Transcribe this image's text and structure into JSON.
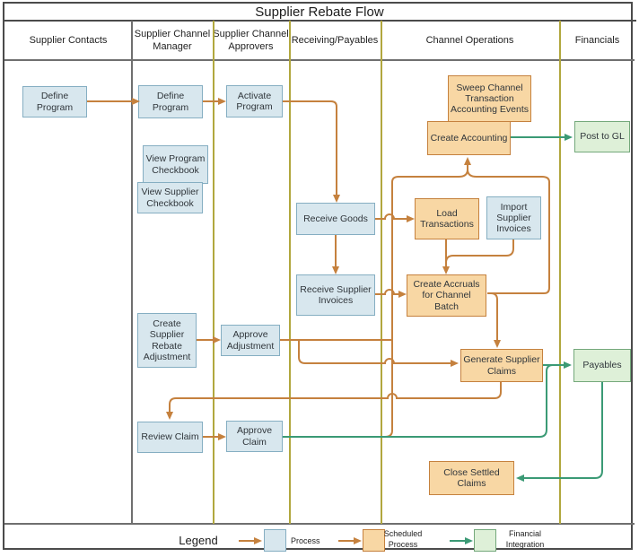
{
  "title": "Supplier Rebate Flow",
  "lanes": [
    {
      "label": "Supplier Contacts"
    },
    {
      "label": "Supplier Channel Manager"
    },
    {
      "label": "Supplier Channel Approvers"
    },
    {
      "label": "Receiving/Payables"
    },
    {
      "label": "Channel Operations"
    },
    {
      "label": "Financials"
    }
  ],
  "nodes": {
    "define_program_contacts": {
      "label": "Define Program",
      "type": "process"
    },
    "define_program_manager": {
      "label": "Define Program",
      "type": "process"
    },
    "activate_program": {
      "label": "Activate Program",
      "type": "process"
    },
    "view_program_checkbook": {
      "label": "View Program Checkbook",
      "type": "process"
    },
    "view_supplier_checkbook": {
      "label": "View Supplier Checkbook",
      "type": "process"
    },
    "receive_goods": {
      "label": "Receive Goods",
      "type": "process"
    },
    "receive_supplier_invoices": {
      "label": "Receive Supplier Invoices",
      "type": "process"
    },
    "import_supplier_invoices": {
      "label": "Import Supplier Invoices",
      "type": "process"
    },
    "create_supplier_rebate_adjustment": {
      "label": "Create Supplier Rebate Adjustment",
      "type": "process"
    },
    "approve_adjustment": {
      "label": "Approve Adjustment",
      "type": "process"
    },
    "review_claim": {
      "label": "Review Claim",
      "type": "process"
    },
    "approve_claim": {
      "label": "Approve Claim",
      "type": "process"
    },
    "sweep_channel_transaction_accounting_events": {
      "label": "Sweep Channel Transaction Accounting Events",
      "type": "scheduled"
    },
    "create_accounting": {
      "label": "Create Accounting",
      "type": "scheduled"
    },
    "load_transactions": {
      "label": "Load Transactions",
      "type": "scheduled"
    },
    "create_accruals_for_channel_batch": {
      "label": "Create Accruals for Channel Batch",
      "type": "scheduled"
    },
    "generate_supplier_claims": {
      "label": "Generate Supplier Claims",
      "type": "scheduled"
    },
    "close_settled_claims": {
      "label": "Close Settled Claims",
      "type": "scheduled"
    },
    "post_to_gl": {
      "label": "Post to GL",
      "type": "financial"
    },
    "payables": {
      "label": "Payables",
      "type": "financial"
    }
  },
  "legend": {
    "title": "Legend",
    "items": [
      {
        "label": "Process",
        "type": "process"
      },
      {
        "label": "Scheduled Process",
        "type": "scheduled"
      },
      {
        "label": "Financial Integration",
        "type": "financial"
      }
    ]
  },
  "colors": {
    "process_fill": "#d8e7ee",
    "process_border": "#85aec2",
    "scheduled_fill": "#f8d7a4",
    "scheduled_border": "#c5813e",
    "financial_fill": "#def0d8",
    "financial_border": "#74a87b",
    "orange_connector": "#c5813e",
    "green_connector": "#3b9a75",
    "lane_divider_olive": "#b1a73e",
    "lane_divider_gray": "#6f6f6f",
    "frame": "#4b4b4b"
  }
}
